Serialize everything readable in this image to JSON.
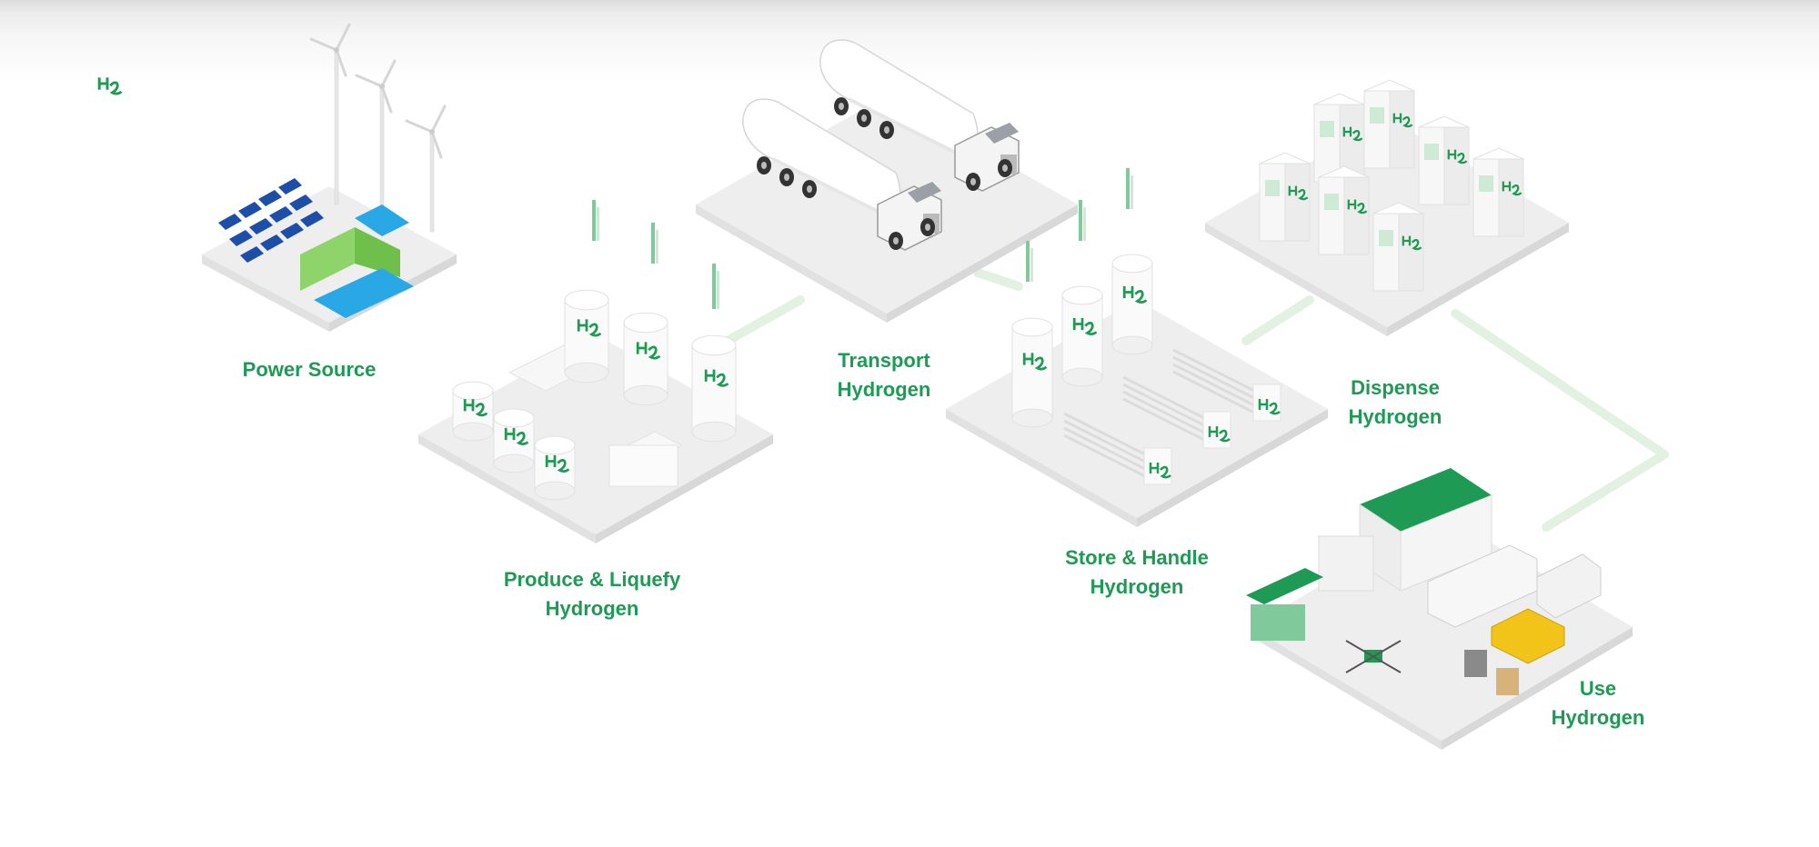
{
  "colors": {
    "brand_green": "#1e9a55",
    "light_green": "#8fd46a",
    "platform": "#eeeeee",
    "platform_edge": "#e1e1e1",
    "connector": "#e3f1e3",
    "panel_blue": "#1d4fa8",
    "water_blue": "#2aa8e6",
    "taxi_yellow": "#f2c318"
  },
  "stages": [
    {
      "id": "power",
      "label": "Power Source"
    },
    {
      "id": "produce",
      "label": "Produce  &  Liquefy\nHydrogen"
    },
    {
      "id": "transport",
      "label": "Transport\nHydrogen"
    },
    {
      "id": "store",
      "label": "Store & Handle\nHydrogen"
    },
    {
      "id": "dispense",
      "label": "Dispense\nHydrogen"
    },
    {
      "id": "use",
      "label": "Use\nHydrogen"
    }
  ]
}
